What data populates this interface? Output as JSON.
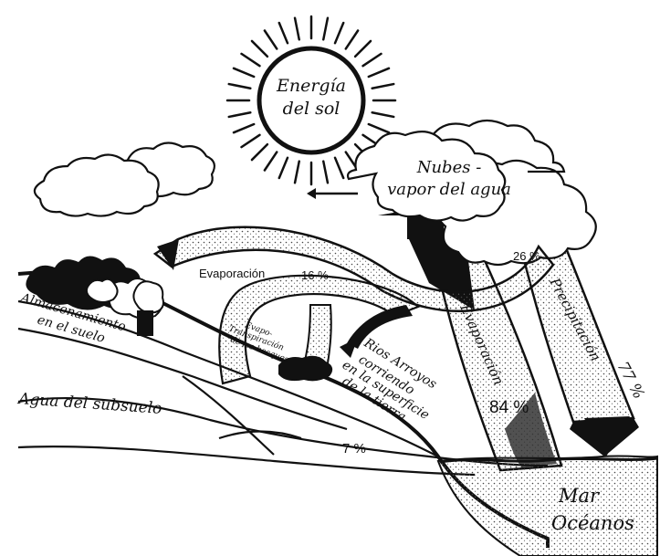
{
  "sun": {
    "label_line1": "Energía",
    "label_line2": "del sol"
  },
  "clouds": {
    "label_line1": "Nubes -",
    "label_line2": "vapor del agua"
  },
  "labels": {
    "evaporacion_left": "Evaporación",
    "pct_16": "16 %",
    "pct_26": "26 %",
    "precipitacion": "Precipitación",
    "pct_77": "77 %",
    "evaporacion_right": "Evaporación",
    "pct_84": "84 %",
    "almacenamiento_1": "Almacenamiento",
    "almacenamiento_2": "en el suelo",
    "transpiracion_1": "Evapo-",
    "transpiracion_2": "Transpiración",
    "transpiracion_3": "de los bosques",
    "rios_1": "Rios Arroyos",
    "rios_2": "corriendo",
    "rios_3": "en la superficie",
    "rios_4": "de la tierra",
    "agua_subsuelo": "Agua del subsuelo",
    "pct_7": "7 %",
    "mar": "Mar",
    "oceanos": "Océanos"
  },
  "colors": {
    "ink": "#111111",
    "paper": "#ffffff",
    "stipple": "#555555"
  }
}
